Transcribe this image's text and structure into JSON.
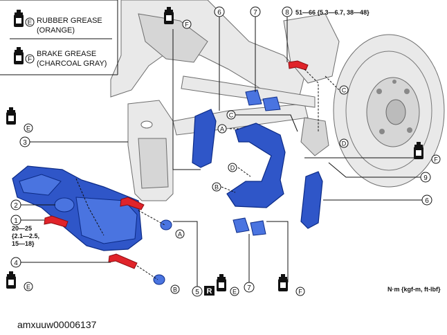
{
  "legend": {
    "items": [
      {
        "letter": "E",
        "line1": "RUBBER GREASE",
        "line2": "(ORANGE)",
        "icon": "grease-tube-icon"
      },
      {
        "letter": "F",
        "line1": "BRAKE GREASE",
        "line2": "(CHARCOAL GRAY)",
        "icon": "grease-tube-icon"
      }
    ]
  },
  "callouts": {
    "n1": "1",
    "n2": "2",
    "n3": "3",
    "n4": "4",
    "n5": "5",
    "n6a": "6",
    "n6b": "6",
    "n7a": "7",
    "n7b": "7",
    "n8": "8",
    "n9": "9"
  },
  "grease_marks": {
    "e": "E",
    "f": "F"
  },
  "replace_mark": "R",
  "reference_letters": {
    "a": "A",
    "b": "B",
    "c": "C",
    "d": "D"
  },
  "torque_specs": {
    "item8": "51—66 {5.3—6.7, 38—48}",
    "item1_line1": "20—25",
    "item1_line2": "{2.1—2.5,",
    "item1_line3": "15—18}"
  },
  "units_label": "N·m {kgf-m, ft-lbf}",
  "figure_code": "amxuuw00006137"
}
